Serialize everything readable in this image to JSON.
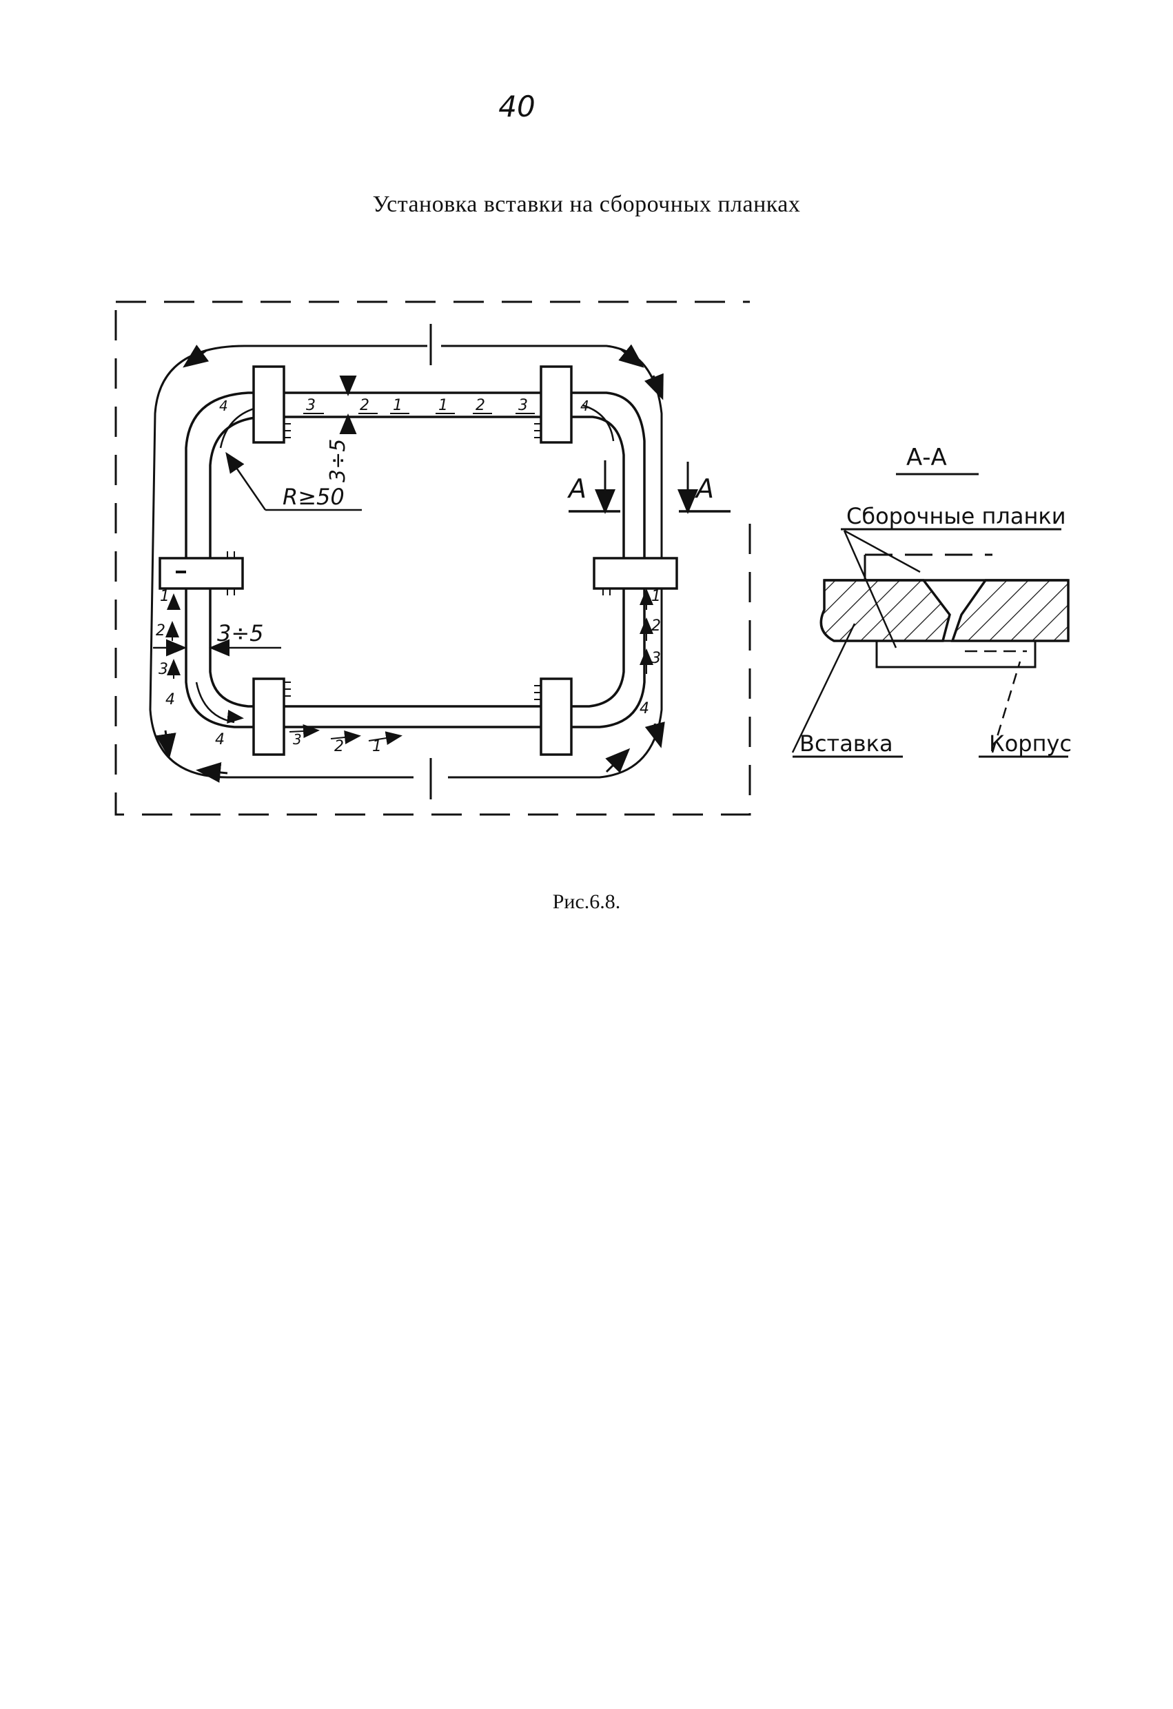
{
  "page_number": "40",
  "title": "Установка вставки на сборочных планках",
  "caption": "Рис.6.8.",
  "plan": {
    "radius_label": "R≥50",
    "gap_left_label": "3÷5",
    "gap_top_label": "3÷5",
    "section_mark": "A",
    "top_sequence": [
      "3",
      "2",
      "1",
      "1",
      "2",
      "3"
    ],
    "bottom_sequence": [
      "4",
      "3",
      "2",
      "1"
    ],
    "left_sequence": [
      "1",
      "2",
      "3",
      "4"
    ],
    "right_sequence": [
      "1",
      "2",
      "3",
      "4"
    ],
    "corner_top_left": "4",
    "corner_top_right": "4"
  },
  "section": {
    "title": "А-А",
    "planks_label": "Сборочные планки",
    "insert_label": "Вставка",
    "body_label": "Корпус"
  }
}
